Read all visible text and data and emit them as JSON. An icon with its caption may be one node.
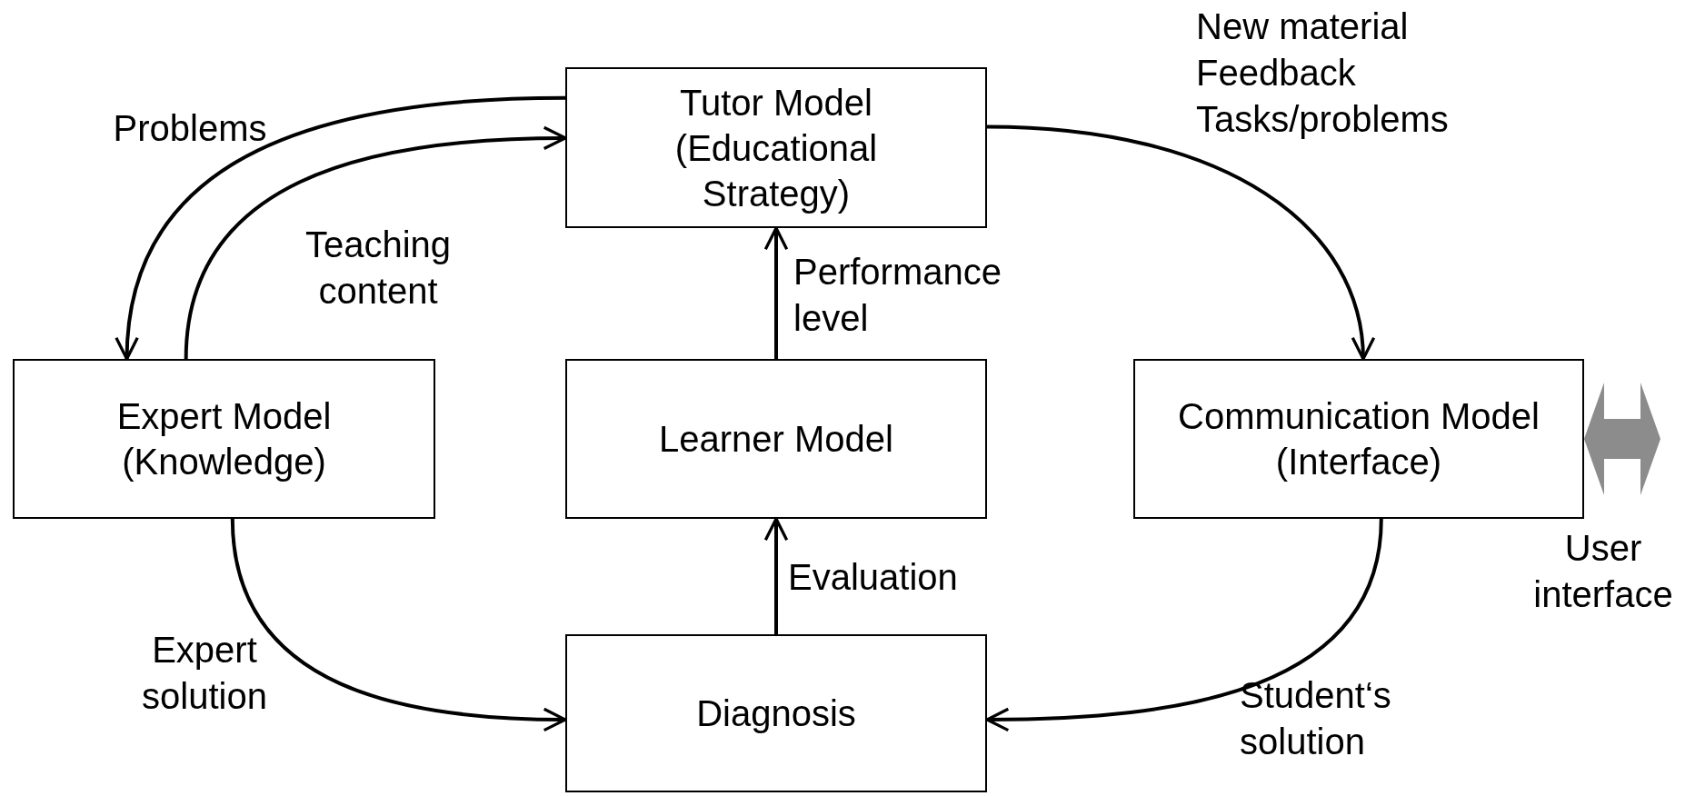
{
  "diagram": {
    "nodes": [
      {
        "text": [
          "Tutor Model",
          "(Educational Strategy)"
        ]
      },
      {
        "text": [
          "Expert Model",
          "(Knowledge)"
        ]
      },
      {
        "text": [
          "Learner Model"
        ]
      },
      {
        "text": [
          "Communication Model",
          "(Interface)"
        ]
      },
      {
        "text": [
          "Diagnosis"
        ]
      }
    ],
    "edges": [
      {
        "from": 0,
        "to": 1,
        "arrow": "to",
        "label": "Problems"
      },
      {
        "from": 1,
        "to": 0,
        "arrow": "to",
        "label": "Teaching content"
      },
      {
        "from": 0,
        "to": 3,
        "arrow": "to",
        "label": "New material Feedback Tasks/problems"
      },
      {
        "from": 2,
        "to": 0,
        "arrow": "to",
        "label": "Performance level"
      },
      {
        "from": 4,
        "to": 2,
        "arrow": "to",
        "label": "Evaluation"
      },
      {
        "from": 1,
        "to": 4,
        "arrow": "to",
        "label": "Expert solution"
      },
      {
        "from": 3,
        "to": 4,
        "arrow": "to",
        "label": "Student‘s solution"
      },
      {
        "from": 3,
        "to": null,
        "arrow": "both",
        "label": "User interface",
        "style": "thick",
        "color": "#8c8c8c"
      }
    ]
  }
}
